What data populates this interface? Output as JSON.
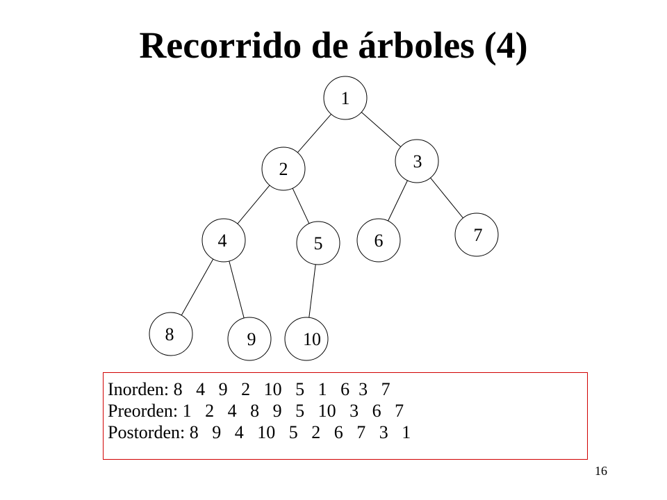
{
  "slide": {
    "title": "Recorrido de árboles (4)",
    "page_number": "16"
  },
  "tree": {
    "nodes": [
      {
        "id": "1",
        "label": "1"
      },
      {
        "id": "2",
        "label": "2"
      },
      {
        "id": "3",
        "label": "3"
      },
      {
        "id": "4",
        "label": "4"
      },
      {
        "id": "5",
        "label": "5"
      },
      {
        "id": "6",
        "label": "6"
      },
      {
        "id": "7",
        "label": "7"
      },
      {
        "id": "8",
        "label": "8"
      },
      {
        "id": "9",
        "label": "9"
      },
      {
        "id": "10",
        "label": "10"
      }
    ],
    "edges": [
      [
        "1",
        "2"
      ],
      [
        "1",
        "3"
      ],
      [
        "2",
        "4"
      ],
      [
        "2",
        "5"
      ],
      [
        "3",
        "6"
      ],
      [
        "3",
        "7"
      ],
      [
        "4",
        "8"
      ],
      [
        "4",
        "9"
      ],
      [
        "5",
        "10"
      ]
    ]
  },
  "traversals": {
    "inorden": "Inorden: 8   4   9   2   10   5   1   6  3   7",
    "preorden": "Preorden: 1   2   4   8   9   5   10   3   6   7",
    "postorden": "Postorden: 8   9   4   10   5   2   6   7   3   1"
  },
  "colors": {
    "box_border": "#d00000"
  }
}
